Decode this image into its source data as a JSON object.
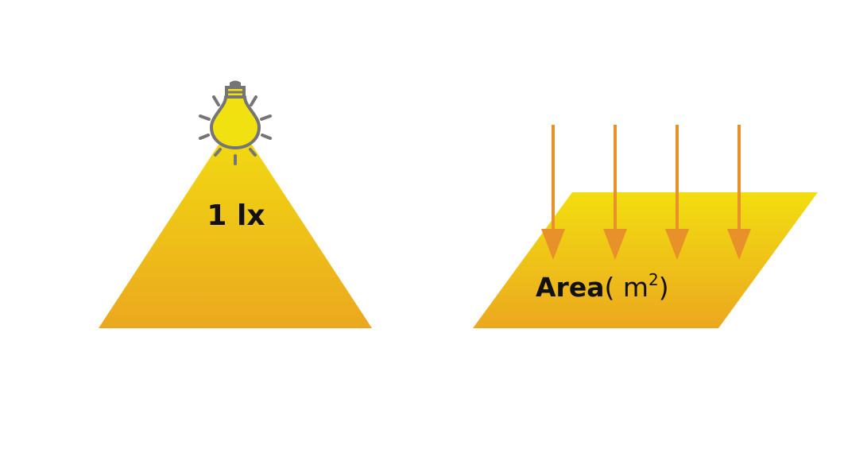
{
  "diagram": {
    "light_source": {
      "icon": "light-bulb-icon",
      "illuminance_label": "1 lx"
    },
    "surface": {
      "area_label_bold": "Area",
      "area_label_open": "( m",
      "area_label_superscript": "2",
      "area_label_close": ")",
      "incident_arrow_count": 4
    },
    "colors": {
      "fill_top": "#F2DE10",
      "fill_bottom": "#EBA81F",
      "arrow": "#E8902A",
      "bulb_outline": "#757575",
      "bulb_fill": "#F2E110",
      "text": "#111111"
    }
  }
}
